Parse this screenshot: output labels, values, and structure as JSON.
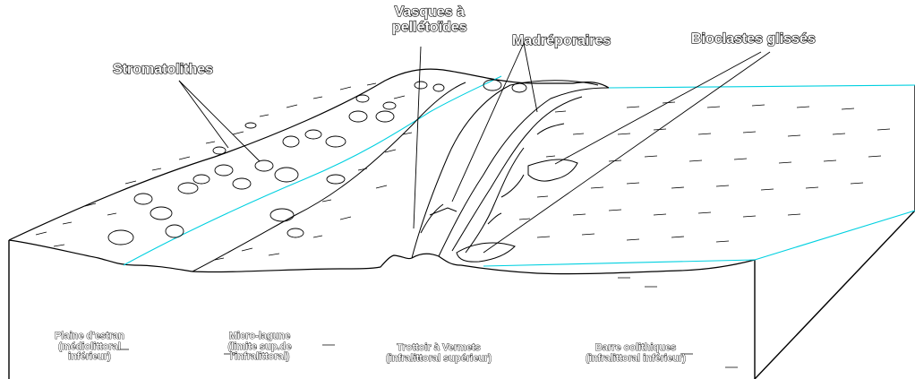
{
  "labels": {
    "stromatolithes": "Stromatolithes",
    "vasques_line1": "Vasques à",
    "vasques_line2": "pellétoïdes",
    "madreporaires": "Madréporaires",
    "bioclastes": "Bioclastes glissés"
  },
  "zones": [
    {
      "line1": "Plaine d'estran",
      "line2": "(médiolittoral",
      "line3": "inférieur)"
    },
    {
      "line1": "Micro-lagune",
      "line2": "(limite sup.de",
      "line3": "l'infralittoral)"
    },
    {
      "line1": "Trottoir à Vermets",
      "line2": "(infralittoral supérieur)",
      "line3": ""
    },
    {
      "line1": "Barre oolithiques",
      "line2": "(infralittoral inférieur)",
      "line3": ""
    }
  ],
  "colors": {
    "line": "#000000",
    "water_line": "#00d0e0",
    "background": "#ffffff"
  }
}
